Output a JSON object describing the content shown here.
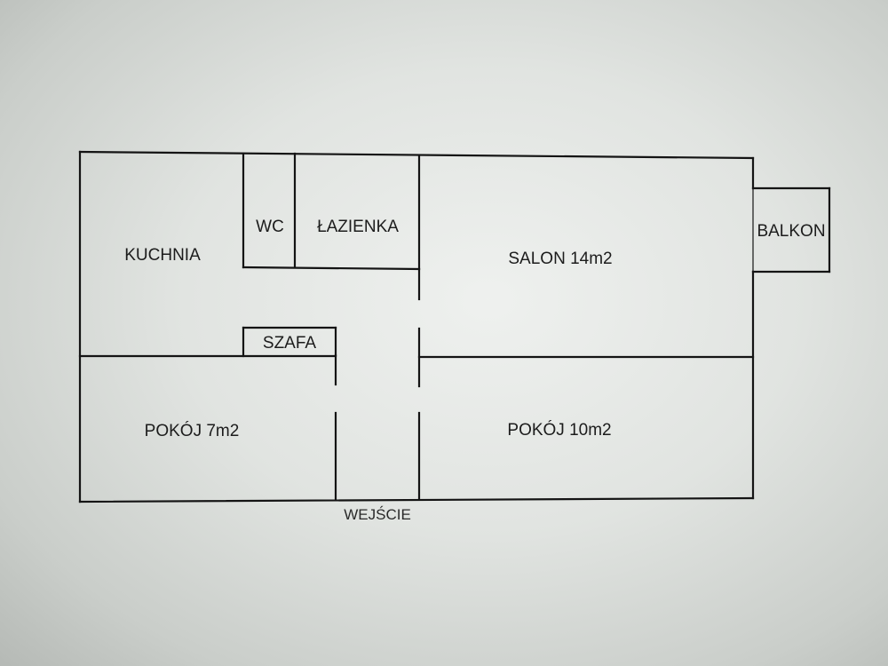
{
  "floor_plan": {
    "rooms": {
      "kitchen": "KUCHNIA",
      "wc": "WC",
      "bathroom": "ŁAZIENKA",
      "living_room": "SALON 14m2",
      "balcony": "BALKON",
      "wardrobe": "SZAFA",
      "small_room": "POKÓJ 7m2",
      "large_room": "POKÓJ 10m2"
    },
    "entrance": "WEJŚCIE"
  },
  "colors": {
    "wall": "#141414",
    "paper": "#e4e7e4"
  }
}
